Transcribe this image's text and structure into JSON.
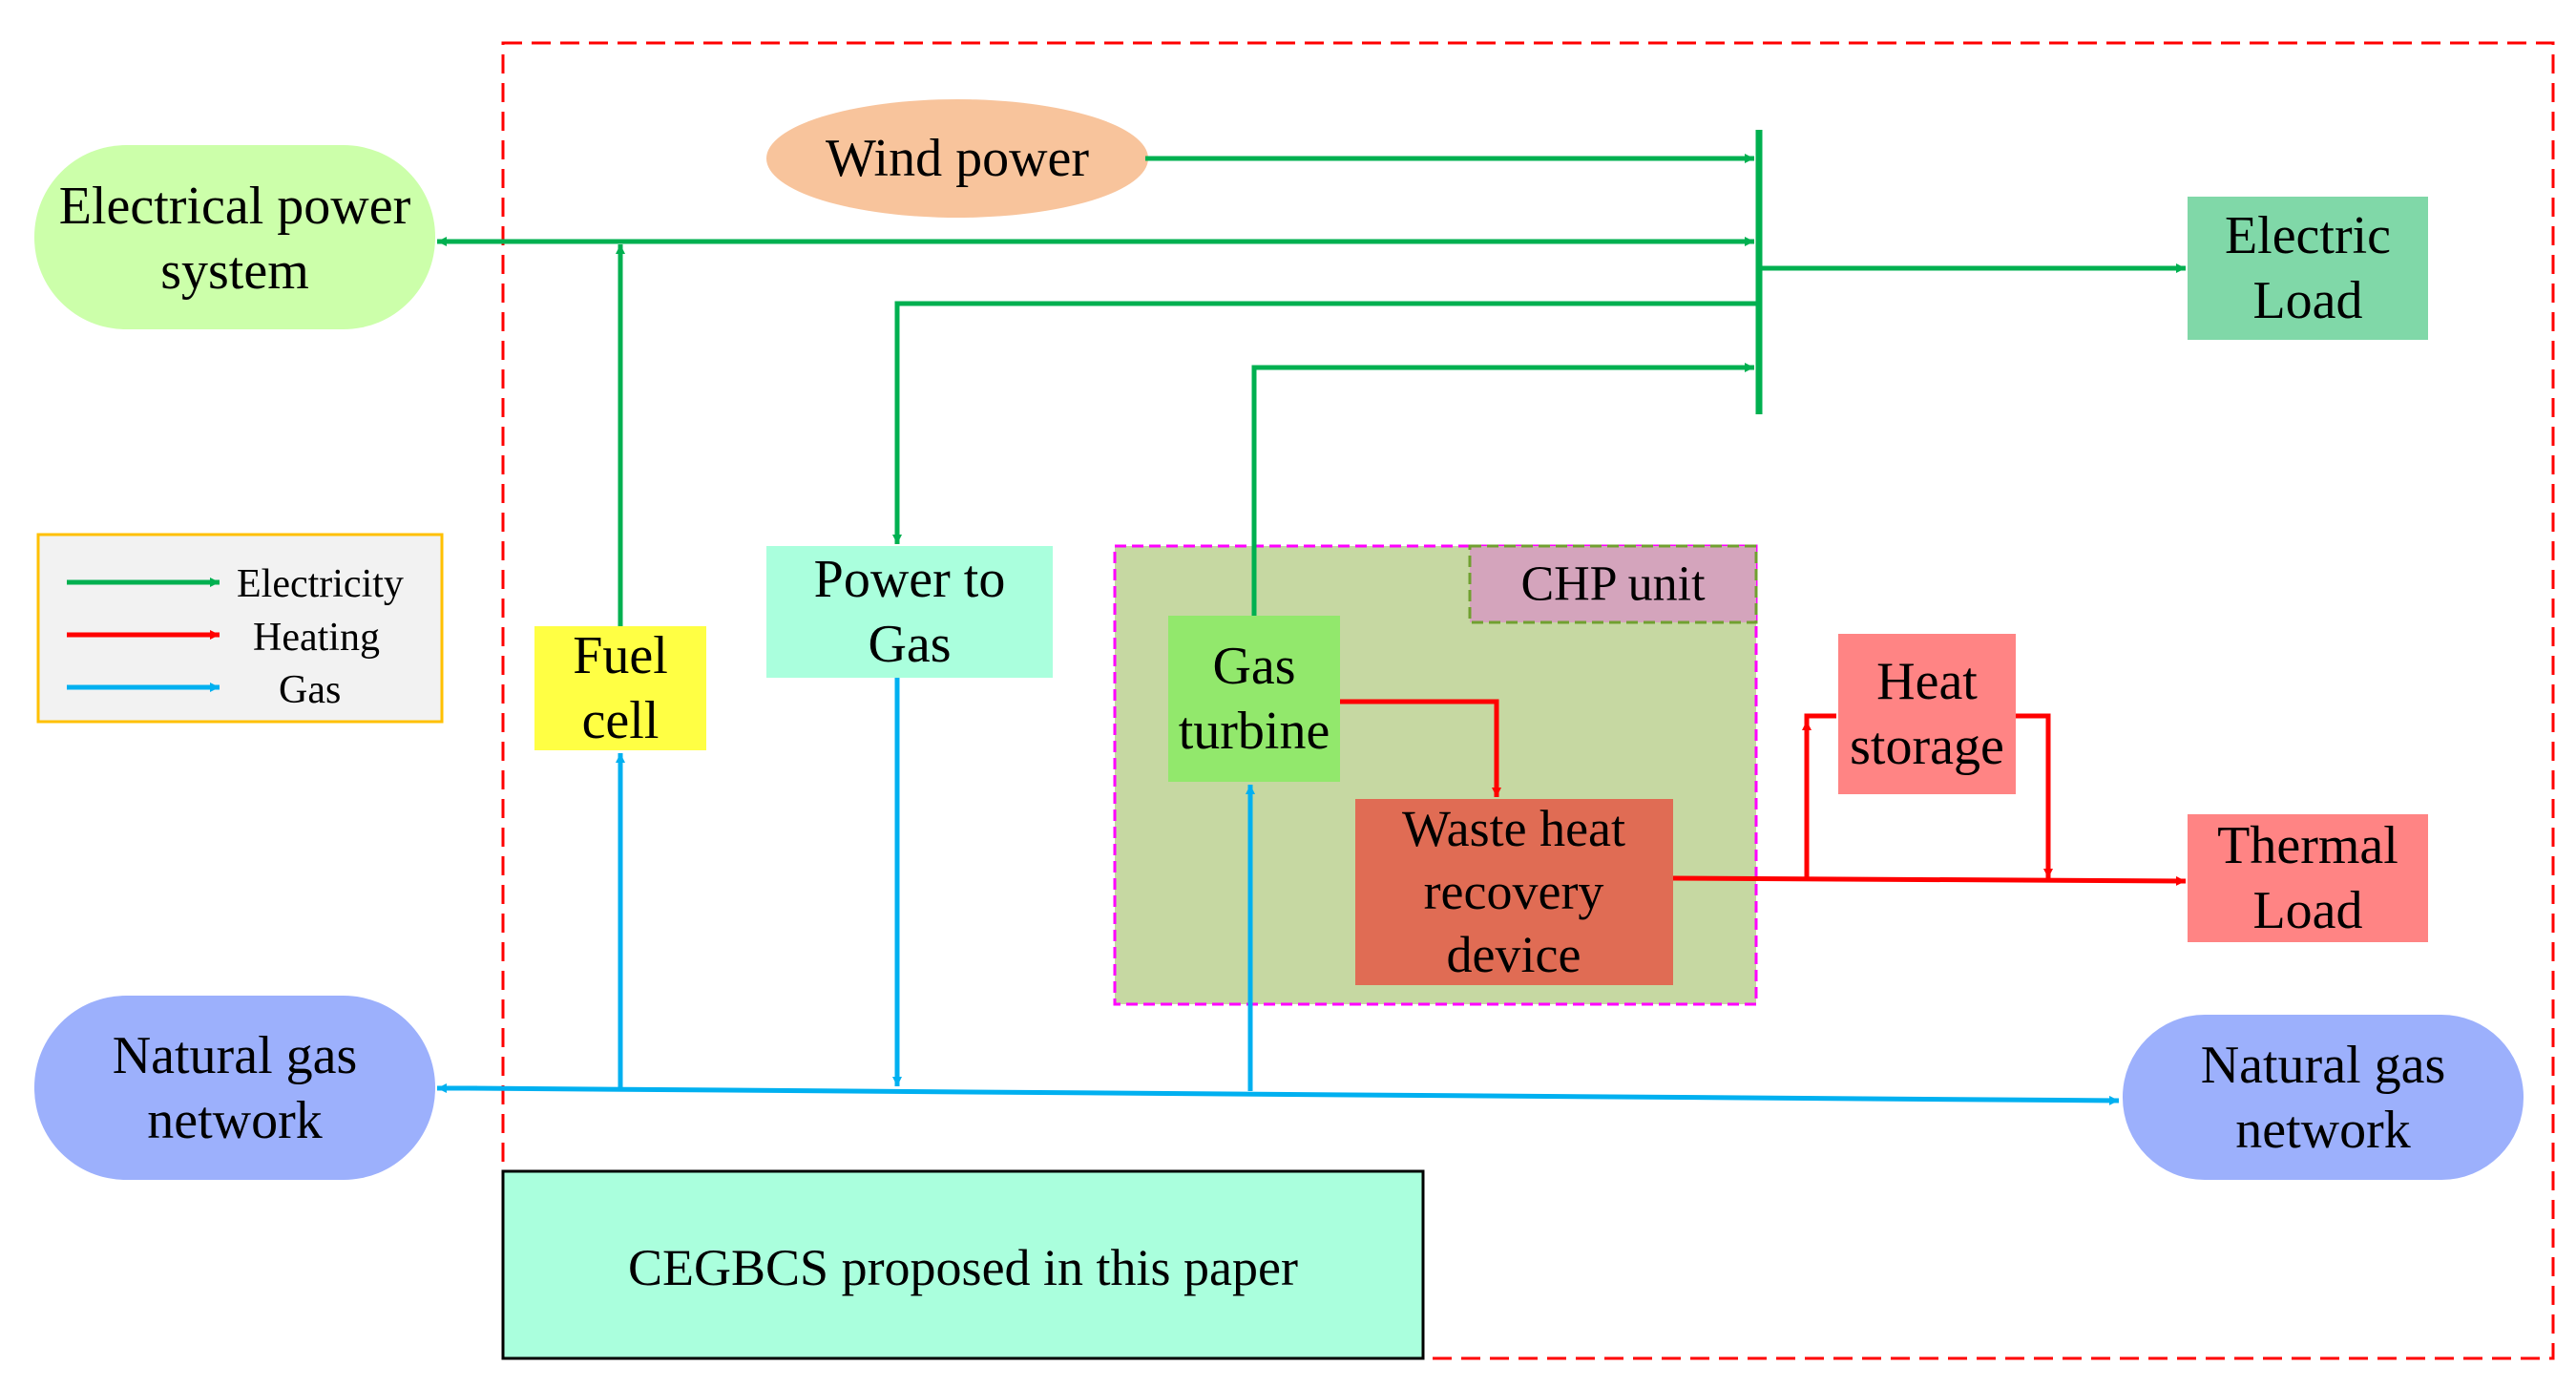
{
  "nodes": {
    "electrical_power_system": [
      "Electrical power",
      "system"
    ],
    "wind_power": [
      "Wind power"
    ],
    "electric_load": [
      "Electric",
      "Load"
    ],
    "fuel_cell": [
      "Fuel",
      "cell"
    ],
    "power_to_gas": [
      "Power to",
      "Gas"
    ],
    "chp_unit": [
      "CHP unit"
    ],
    "gas_turbine": [
      "Gas",
      "turbine"
    ],
    "waste_heat_recovery_device": [
      "Waste heat",
      "recovery",
      "device"
    ],
    "heat_storage": [
      "Heat",
      "storage"
    ],
    "thermal_load": [
      "Thermal",
      "Load"
    ],
    "natural_gas_network_left": [
      "Natural gas",
      "network"
    ],
    "natural_gas_network_right": [
      "Natural gas",
      "network"
    ],
    "cegbcs": [
      "CEGBCS proposed in this paper"
    ]
  },
  "legend": {
    "electricity": "Electricity",
    "heating": "Heating",
    "gas": "Gas"
  },
  "colors": {
    "electricity": "#00b050",
    "heating": "#ff0000",
    "gas": "#00b0f0",
    "boundary": "#ff0000",
    "chp_border": "#ff00ff",
    "electrical_power_system": "#ccffaa",
    "wind_power": "#f8c49c",
    "electric_load": "#80d8a8",
    "fuel_cell": "#ffff44",
    "power_to_gas": "#aaffdd",
    "chp_unit_fill": "#c6d8a2",
    "chp_label_fill": "#d4a4bc",
    "gas_turbine": "#92e86c",
    "waste_heat": "#e06c54",
    "heat_storage": "#ff8484",
    "thermal_load": "#ff8484",
    "natural_gas_network": "#9cb0fc",
    "cegbcs": "#aaffdd",
    "legend_fill": "#f2f2f2",
    "legend_border": "#ffc000"
  }
}
